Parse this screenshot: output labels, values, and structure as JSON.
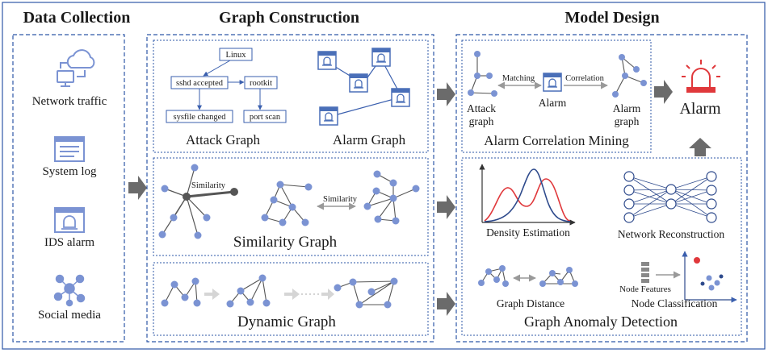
{
  "sections": {
    "data_collection": {
      "title": "Data Collection",
      "items": [
        "Network traffic",
        "System log",
        "IDS alarm",
        "Social media"
      ]
    },
    "graph_construction": {
      "title": "Graph Construction",
      "attack_graph": {
        "label": "Attack Graph",
        "nodes": [
          "Linux",
          "sshd accepted",
          "rootkit",
          "sysfile changed",
          "port scan"
        ]
      },
      "alarm_graph": {
        "label": "Alarm Graph"
      },
      "similarity_graph": {
        "label": "Similarity Graph",
        "left_tag": "Similarity",
        "mid_tag": "Similarity"
      },
      "dynamic_graph": {
        "label": "Dynamic Graph"
      }
    },
    "model_design": {
      "title": "Model Design",
      "alarm_correlation": {
        "label": "Alarm Correlation Mining",
        "matching": "Matching",
        "correlation": "Correlation",
        "attack_graph_l1": "Attack",
        "attack_graph_l2": "graph",
        "alarm": "Alarm",
        "alarm_graph_l1": "Alarm",
        "alarm_graph_l2": "graph"
      },
      "alarm_output": "Alarm",
      "anomaly": {
        "label": "Graph Anomaly Detection",
        "density": "Density Estimation",
        "network_recon": "Network Reconstruction",
        "graph_distance": "Graph Distance",
        "node_features": "Node Features",
        "node_classification": "Node Classification"
      }
    }
  },
  "colors": {
    "node": "#7b93d3",
    "border": "#2e57a7",
    "arrow": "#6b6b6b",
    "red": "#e0383b",
    "dark": "#555555"
  }
}
